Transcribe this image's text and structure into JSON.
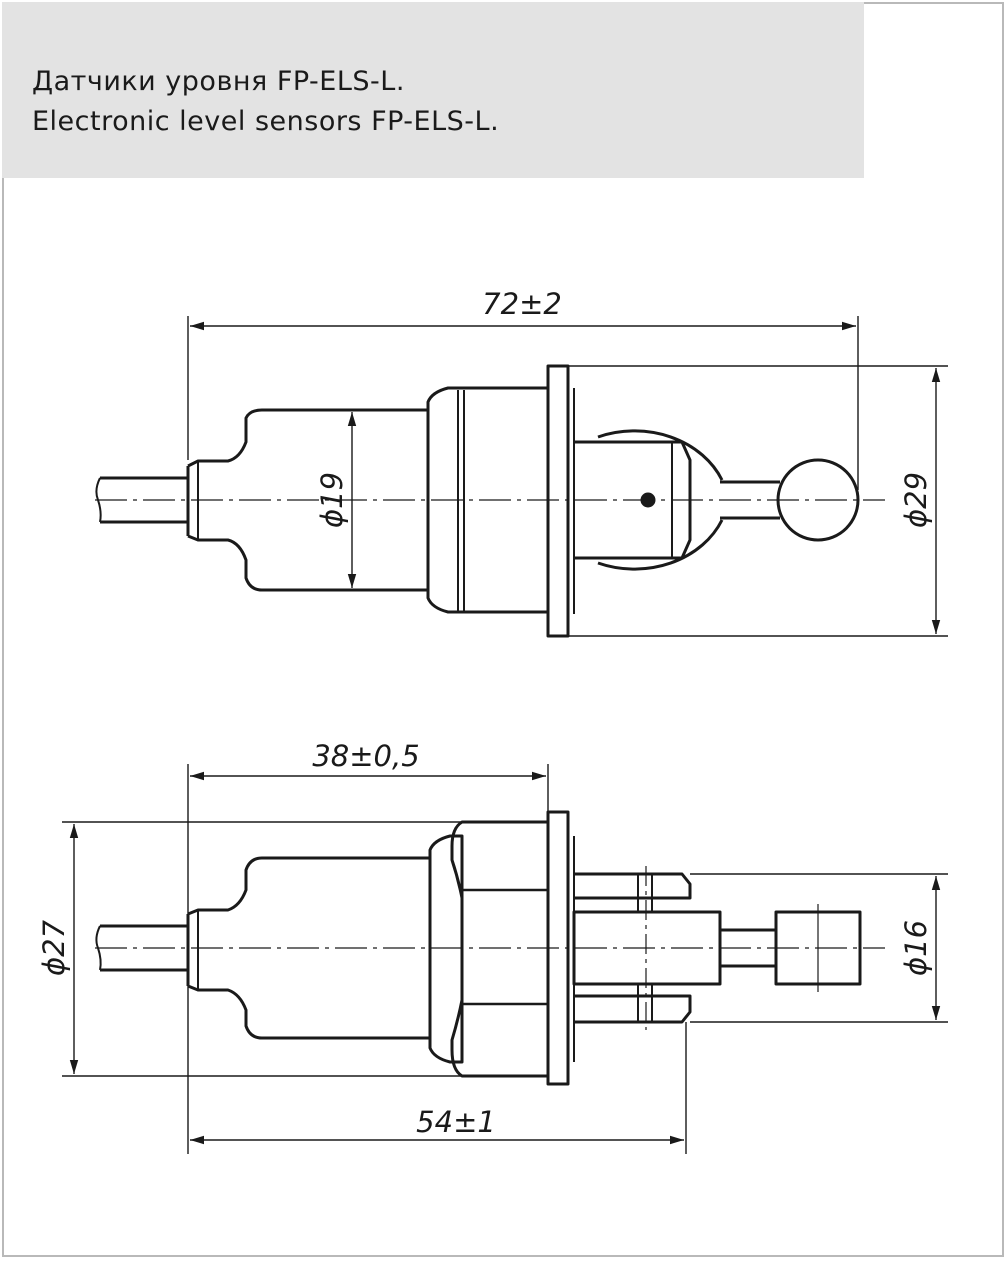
{
  "title": {
    "line_ru": "Датчики уровня FP-ELS-L.",
    "line_en": "Electronic level sensors FP-ELS-L."
  },
  "top_view": {
    "dim_length": "72±2",
    "dim_body_diameter": "ϕ19",
    "dim_float_diameter": "ϕ29"
  },
  "bottom_view": {
    "dim_body_length": "38±0,5",
    "dim_total_length": "54±1",
    "dim_hex_diameter": "ϕ27",
    "dim_guard_diameter": "ϕ16"
  },
  "colors": {
    "line": "#1a1a1a",
    "title_bg": "#e3e3e3",
    "frame": "#b9b9b9"
  }
}
